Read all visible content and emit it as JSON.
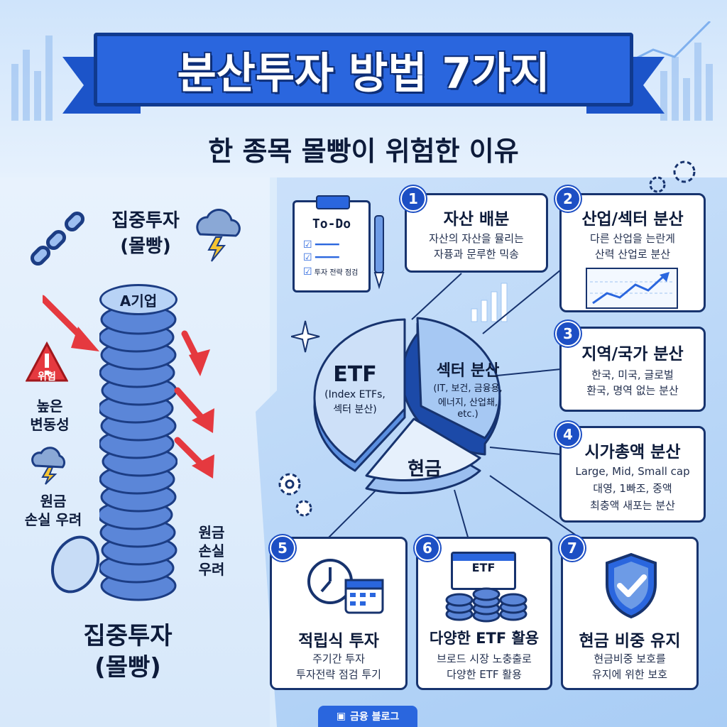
{
  "header": {
    "title": "분산투자 방법 7가지",
    "subtitle": "한 종목 몰빵이 위험한 이유"
  },
  "left": {
    "top_label_1": "집중투자",
    "top_label_2": "(몰빵)",
    "coin_label": "A기업",
    "warning_badge": "위험",
    "volatility_1": "높은",
    "volatility_2": "변동성",
    "loss_left_1": "원금",
    "loss_left_2": "손실 우려",
    "loss_right_1": "원금",
    "loss_right_2": "손실",
    "loss_right_3": "우려",
    "bottom_label_1": "집중투자",
    "bottom_label_2": "(몰빵)"
  },
  "todo": {
    "title": "To-Do",
    "item": "투자 전략 점검"
  },
  "pie": {
    "etf_title": "ETF",
    "etf_sub_1": "(Index ETFs,",
    "etf_sub_2": "섹터 분산)",
    "sector_title": "섹터 분산",
    "sector_sub_1": "(IT, 보건, 금융용,",
    "sector_sub_2": "에너지, 산업쵀,",
    "sector_sub_3": "etc.)",
    "cash_title": "현금"
  },
  "cards": [
    {
      "num": "1",
      "title": "자산 배분",
      "desc_1": "자산의 자산을 뮬리는",
      "desc_2": "자퓽과 문루한 믹송"
    },
    {
      "num": "2",
      "title": "산업/섹터 분산",
      "desc_1": "다른 산업을 는란게",
      "desc_2": "산력 산업로 분산"
    },
    {
      "num": "3",
      "title": "지역/국가 분산",
      "desc_1": "한국, 미국, 글로벌",
      "desc_2": "환국, 명역 없는 분산"
    },
    {
      "num": "4",
      "title": "시가총액 분산",
      "desc_1": "Large, Mid, Small cap",
      "desc_2": "대영, 1빠조, 중액",
      "desc_3": "최충액 새포는 분산"
    },
    {
      "num": "5",
      "title": "적립식 투자",
      "desc_1": "주기간 투자",
      "desc_2": "투자전략 점검 투기"
    },
    {
      "num": "6",
      "title": "다양한 ETF 활용",
      "desc_1": "브로드 시장 노충출로",
      "desc_2": "다양한 ETF 활용",
      "icon_label": "ETF"
    },
    {
      "num": "7",
      "title": "현금 비중 유지",
      "desc_1": "현금비중 보호를",
      "desc_2": "유지에 위한 보호"
    }
  ],
  "footer": {
    "label": "금융 블로그"
  },
  "colors": {
    "primary": "#2a66de",
    "dark": "#103a8f",
    "danger": "#e5393f",
    "accent_light": "#b8d3f6"
  }
}
